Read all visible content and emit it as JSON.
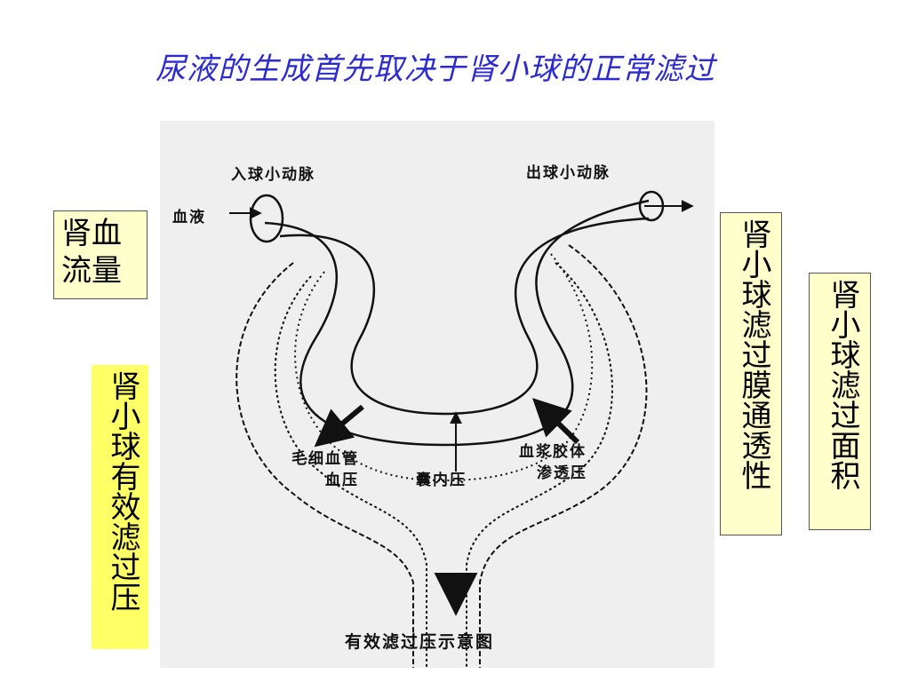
{
  "title": "尿液的生成首先取决于肾小球的正常滤过",
  "diagram": {
    "label_afferent": "入球小动脉",
    "label_efferent": "出球小动脉",
    "label_blood": "血液",
    "label_capillary_line1": "毛细血管",
    "label_capillary_line2": "血压",
    "label_capsule": "囊内压",
    "label_colloid_line1": "血浆胶体",
    "label_colloid_line2": "渗透压",
    "caption": "有效滤过压示意图"
  },
  "boxes": {
    "renal_blood_flow": "肾血流量",
    "effective_filtration_pressure": "肾小球有效滤过压",
    "membrane_permeability": "肾小球滤过膜通透性",
    "filtration_area": "肾小球滤过面积"
  },
  "colors": {
    "title": "#2b2bd0",
    "box_pale": "#ffffcc",
    "box_bright": "#ffff66"
  }
}
